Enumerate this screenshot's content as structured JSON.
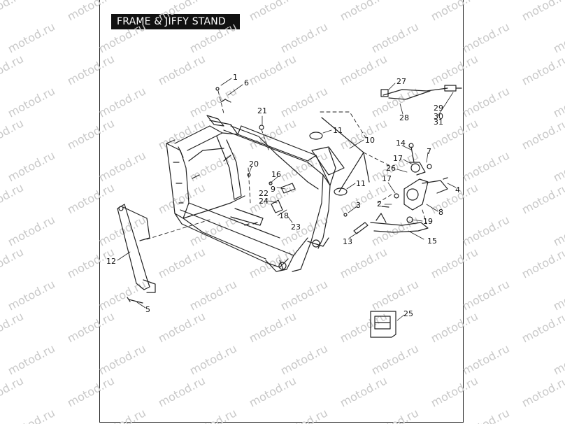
{
  "title": "FRAME & JIFFY STAND",
  "watermark": "motod.ru",
  "callouts": [
    "1",
    "6",
    "21",
    "11",
    "10",
    "27",
    "28",
    "29",
    "30",
    "31",
    "14",
    "7",
    "17",
    "26",
    "4",
    "20",
    "16",
    "9",
    "22",
    "24",
    "18",
    "11",
    "17",
    "2",
    "8",
    "3",
    "19",
    "23",
    "13",
    "15",
    "12",
    "5",
    "25"
  ]
}
